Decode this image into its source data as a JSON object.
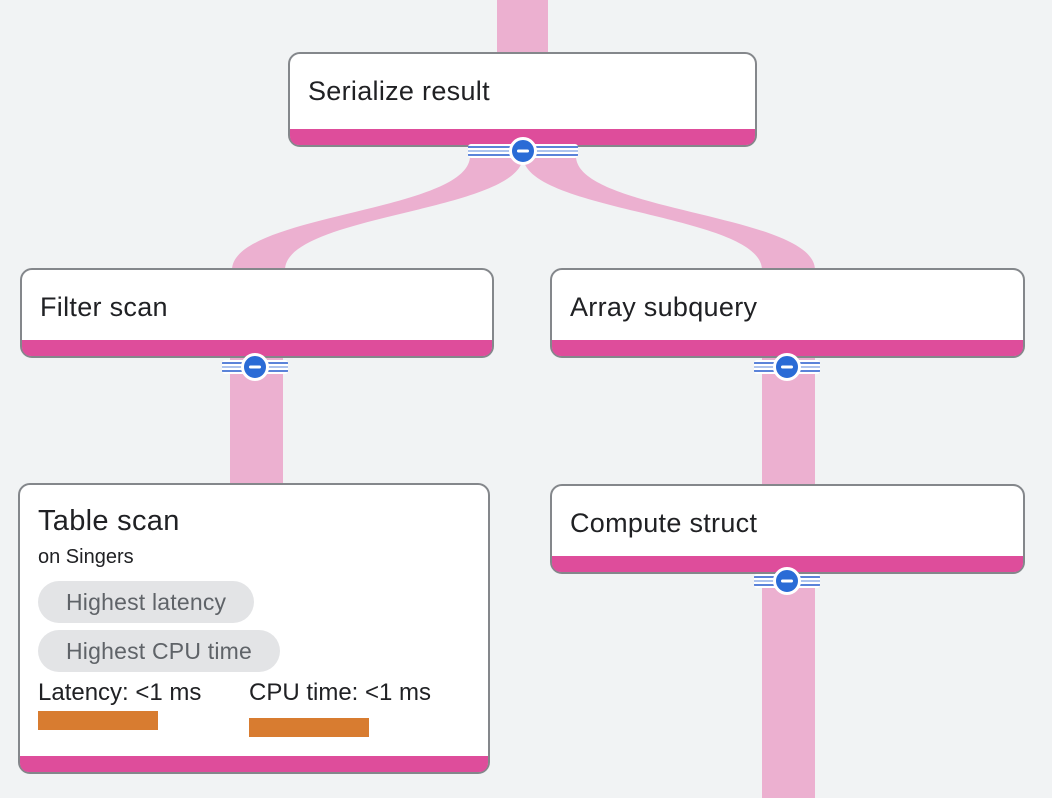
{
  "app": {
    "name": "query-plan-visualizer"
  },
  "colors": {
    "background": "#f1f3f4",
    "flow": "#ecb0d0",
    "node_accent": "#de4d9b",
    "node_border": "#84878b",
    "node_bg": "#ffffff",
    "collapse_blue": "#2a6bd6",
    "stripe_blue": "#5b83d9",
    "stripe_light": "#adc3ee",
    "badge_bg": "#e3e4e6",
    "badge_text": "#5f6368",
    "text": "#202124",
    "metric_bar": "#d87c30"
  },
  "icons": {
    "collapse": "minus-circle-icon"
  },
  "nodes": {
    "serialize": {
      "title": "Serialize result"
    },
    "filter": {
      "title": "Filter scan"
    },
    "array": {
      "title": "Array subquery"
    },
    "compute": {
      "title": "Compute struct"
    },
    "table": {
      "title": "Table scan",
      "subtitle": "on Singers",
      "badges": [
        "Highest latency",
        "Highest CPU time"
      ],
      "metrics": [
        {
          "label": "Latency: <1 ms"
        },
        {
          "label": "CPU time: <1 ms"
        }
      ]
    }
  },
  "edges": [
    {
      "from": "root",
      "to": "serialize"
    },
    {
      "from": "serialize",
      "to": "filter"
    },
    {
      "from": "serialize",
      "to": "array"
    },
    {
      "from": "filter",
      "to": "table"
    },
    {
      "from": "array",
      "to": "compute"
    },
    {
      "from": "compute",
      "to": "child-below"
    }
  ]
}
